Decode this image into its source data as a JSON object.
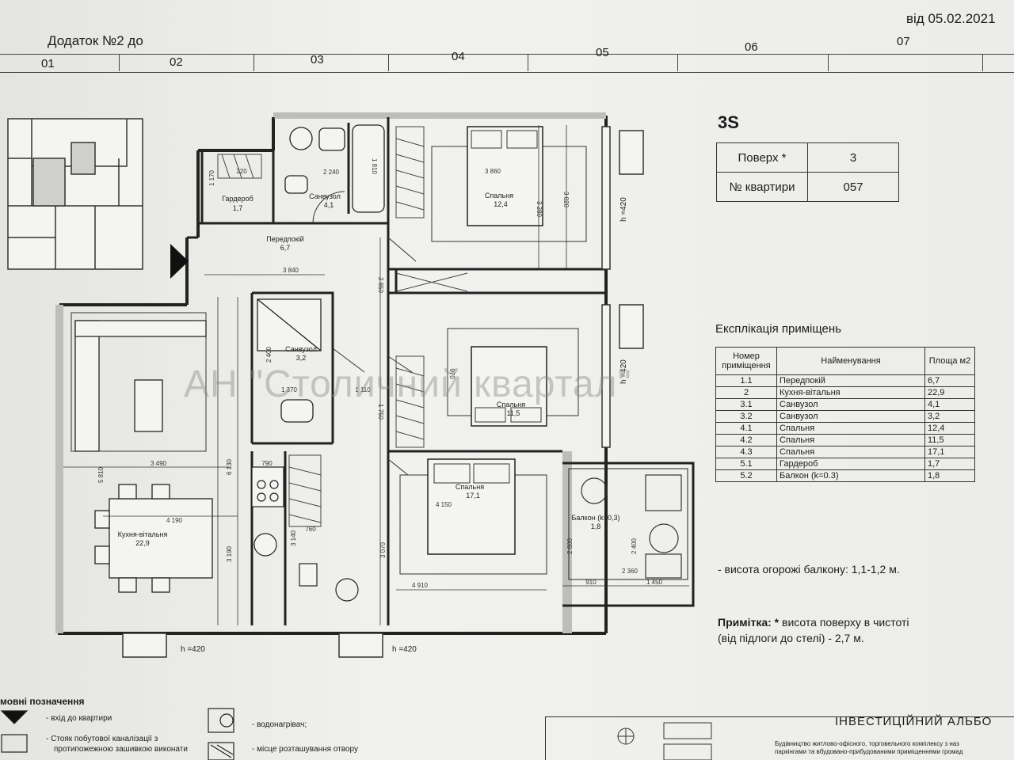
{
  "header": {
    "date": "від 05.02.2021",
    "appendix": "Додаток №2 до",
    "columns": [
      "01",
      "02",
      "03",
      "04",
      "05",
      "06",
      "07"
    ]
  },
  "apartment": {
    "code": "3S",
    "floor_label": "Поверх *",
    "floor_value": "3",
    "number_label": "№ квартири",
    "number_value": "057"
  },
  "explication": {
    "title": "Експлікація приміщень",
    "headers": [
      "Номер приміщення",
      "Найменування",
      "Площа м2"
    ],
    "rows": [
      [
        "1.1",
        "Передпокій",
        "6,7"
      ],
      [
        "2",
        "Кухня-вітальня",
        "22,9"
      ],
      [
        "3.1",
        "Санвузол",
        "4,1"
      ],
      [
        "3.2",
        "Санвузол",
        "3,2"
      ],
      [
        "4.1",
        "Спальня",
        "12,4"
      ],
      [
        "4.2",
        "Спальня",
        "11,5"
      ],
      [
        "4.3",
        "Спальня",
        "17,1"
      ],
      [
        "5.1",
        "Гардероб",
        "1,7"
      ],
      [
        "5.2",
        "Балкон (k=0.3)",
        "1,8"
      ]
    ]
  },
  "notes": {
    "balcony": "- висота огорожі балкону: 1,1-1,2 м.",
    "remark_label": "Примітка:",
    "remark_star": "*",
    "remark_text": " висота поверху в чистоті",
    "remark_text2": "(від підлоги до стелі) - 2,7 м."
  },
  "plan_labels": {
    "wardrobe": "Гардероб",
    "wardrobe_area": "1,7",
    "bath1": "Санвузол",
    "bath1_area": "4,1",
    "hall": "Передпокій",
    "hall_area": "6,7",
    "bedroom1": "Спальня",
    "bedroom1_area": "12,4",
    "bath2": "Санвузол",
    "bath2_area": "3,2",
    "bedroom2": "Спальня",
    "bedroom2_area": "11,5",
    "bedroom3": "Спальня",
    "bedroom3_area": "17,1",
    "kitchen": "Кухня-вітальня",
    "kitchen_area": "22,9",
    "balcony": "Балкон (k=0,3)",
    "balcony_area": "1,8",
    "h1": "h =420",
    "h2": "h =420",
    "h3": "h =420",
    "h4": "h =420",
    "dims": [
      "220",
      "2 240",
      "1 810",
      "3 860",
      "1 170",
      "3 840",
      "2 850",
      "3 280",
      "3 020",
      "2 400",
      "1 370",
      "1 110",
      "1 750",
      "970",
      "3 490",
      "5 810",
      "6 130",
      "4 190",
      "3 190",
      "790",
      "760",
      "3 140",
      "4 150",
      "3 070",
      "4 910",
      "2 600",
      "2 400",
      "2 360",
      "910",
      "1 450"
    ]
  },
  "legend": {
    "title": "мовні позначення",
    "entrance": "- вхід до квартири",
    "riser": "- Стояк побутової каналізації з",
    "riser2": "протипожежною зашивкою виконати",
    "boiler": "- водонагрівач;",
    "opening": "- місце розташування отвору"
  },
  "album": {
    "title": "ІНВЕСТИЦІЙНИЙ АЛЬБО",
    "desc1": "Будівництво житлово-офісного, торговельного комплексу з наз",
    "desc2": "паркінгами та вбудовано-прибудованими приміщеннями громад"
  },
  "watermark": "АН \"Столичний квартал\""
}
